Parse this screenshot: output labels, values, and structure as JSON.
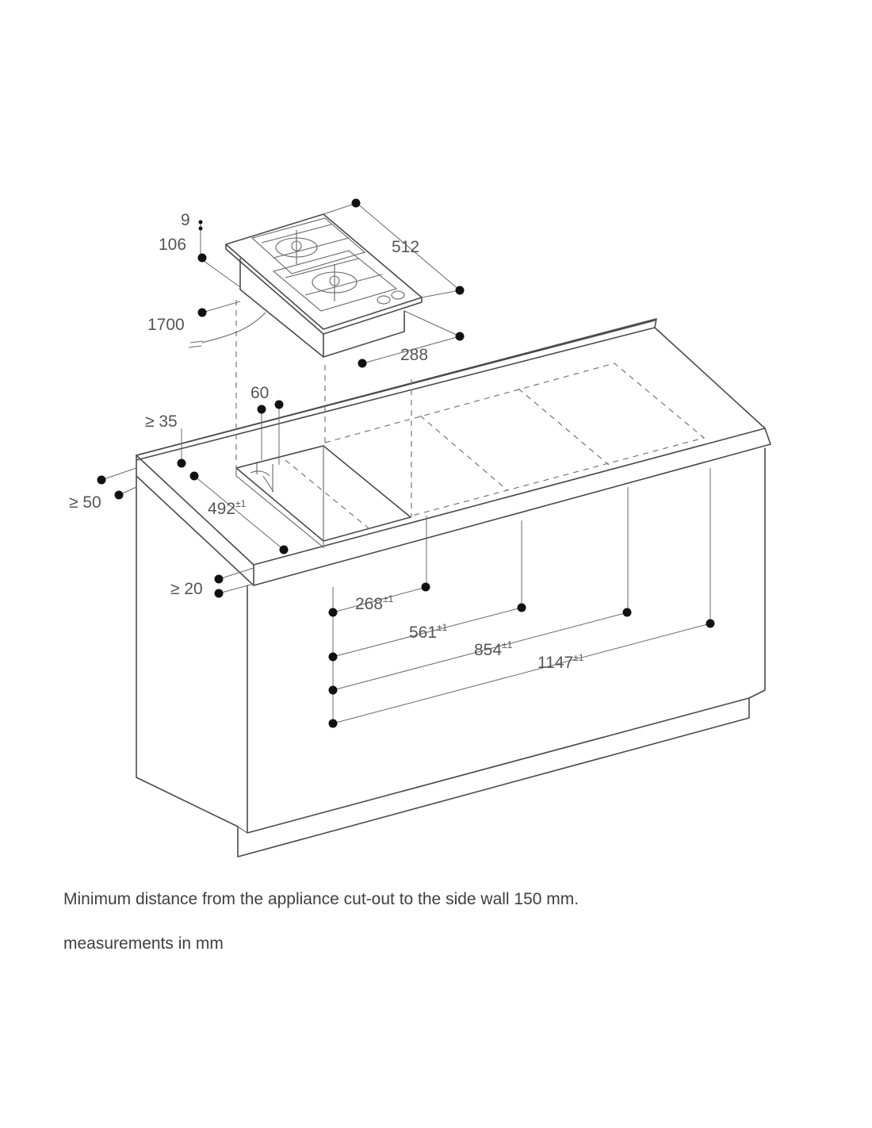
{
  "diagram": {
    "labels": {
      "hob_step": "9",
      "hob_height": "106",
      "hob_depth": "512",
      "hob_width": "288",
      "cable_length": "1700",
      "cutout_offset": "60",
      "min_back": "≥ 35",
      "min_front": "≥ 50",
      "cutout_depth": "492",
      "min_counter": "≥ 20",
      "cut_1": "268",
      "cut_2": "561",
      "cut_3": "854",
      "cut_4": "1147",
      "tolerance": "±1"
    }
  },
  "notes": {
    "side_wall": "Minimum distance from the appliance cut-out to the side wall 150 mm.",
    "units": "measurements in mm"
  }
}
